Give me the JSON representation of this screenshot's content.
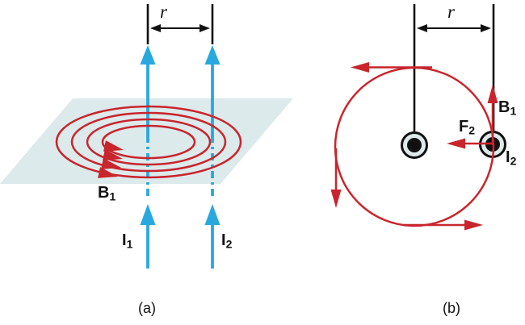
{
  "figure": {
    "panel_a": {
      "caption": "(a)",
      "separation_label": "r",
      "field_line_label": {
        "main": "B",
        "sub": "1"
      },
      "current_1_label": {
        "main": "I",
        "sub": "1"
      },
      "current_2_label": {
        "main": "I",
        "sub": "2"
      }
    },
    "panel_b": {
      "caption": "(b)",
      "separation_label": "r",
      "field_label": {
        "main": "B",
        "sub": "1"
      },
      "force_label": {
        "main": "F",
        "sub": "2"
      },
      "current_2_label": {
        "main": "I",
        "sub": "2"
      }
    },
    "colors": {
      "wire_black": "#111111",
      "current_blue": "#29a8e0",
      "field_red": "#c9252c",
      "plane_fill": "#dceaec",
      "wire_dot_fill": "#dcebea"
    }
  }
}
